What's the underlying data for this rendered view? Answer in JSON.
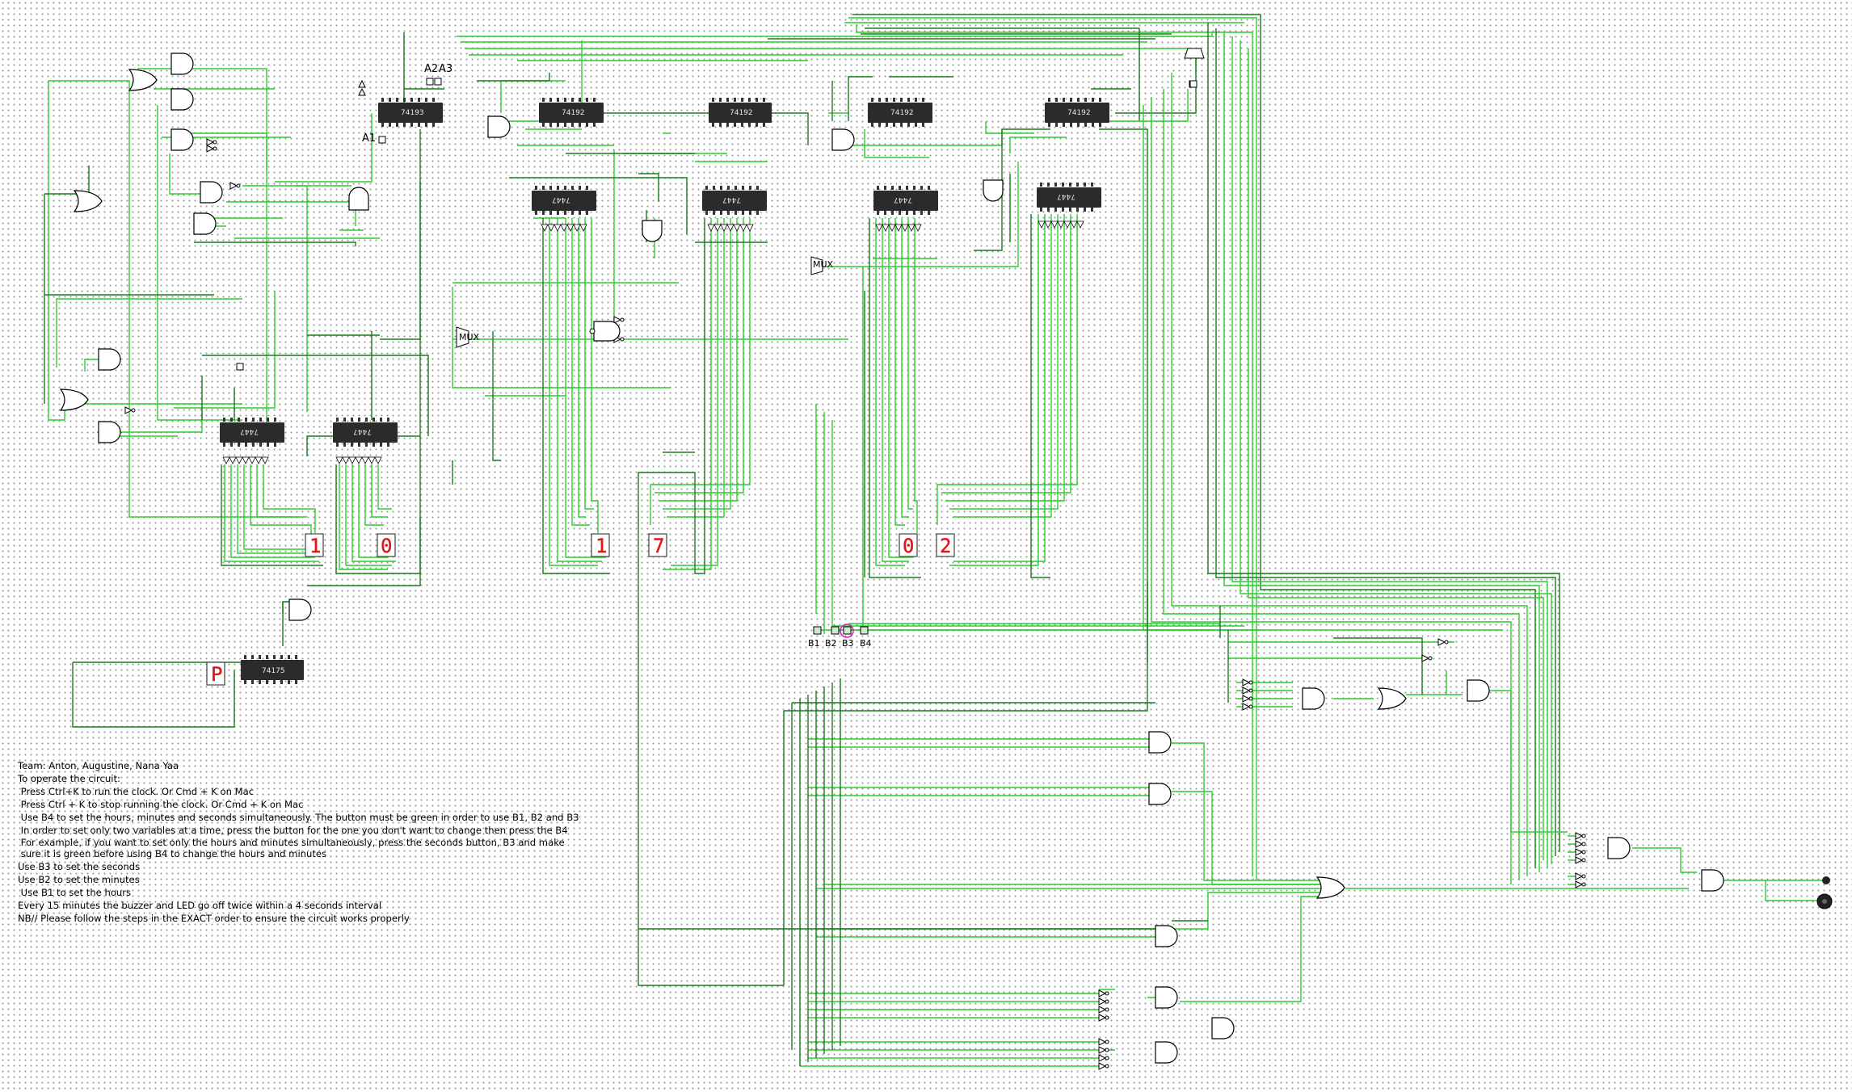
{
  "circuit": {
    "counters": [
      {
        "id": "u-a",
        "label": "74193"
      },
      {
        "id": "u-b",
        "label": "74192"
      },
      {
        "id": "u-c",
        "label": "74192"
      },
      {
        "id": "u-d",
        "label": "74192"
      },
      {
        "id": "u-e",
        "label": "74192"
      }
    ],
    "decoders": [
      {
        "id": "d1",
        "label": "7447"
      },
      {
        "id": "d2",
        "label": "7447"
      },
      {
        "id": "d3",
        "label": "7447"
      },
      {
        "id": "d4",
        "label": "7447"
      },
      {
        "id": "d5",
        "label": "7447"
      },
      {
        "id": "d6",
        "label": "7447"
      }
    ],
    "register": {
      "label": "74175"
    },
    "displays": [
      {
        "id": "hour-tens",
        "digit": "1"
      },
      {
        "id": "hour-ones",
        "digit": "0"
      },
      {
        "id": "min-tens",
        "digit": "1"
      },
      {
        "id": "min-ones",
        "digit": "7"
      },
      {
        "id": "sec-tens",
        "digit": "0"
      },
      {
        "id": "sec-ones",
        "digit": "2"
      },
      {
        "id": "ampm",
        "digit": "P"
      }
    ],
    "inputs": {
      "a1": "A1",
      "a2": "A2",
      "a3": "A3"
    },
    "buttons": [
      {
        "id": "b1",
        "label": "B1"
      },
      {
        "id": "b2",
        "label": "B2"
      },
      {
        "id": "b3",
        "label": "B3"
      },
      {
        "id": "b4",
        "label": "B4"
      }
    ],
    "colors": {
      "wire_bright": "#2ecc30",
      "wire_dark": "#1b7a1b",
      "display_red": "#e01818",
      "chip_body": "#2b2b2b"
    }
  },
  "notes": {
    "team": "Team: Anton, Augustine, Nana Yaa",
    "heading": "To operate the circuit:",
    "lines": [
      " Press Ctrl+K to run the clock. Or Cmd + K on Mac",
      " Press Ctrl + K to stop running the clock. Or Cmd + K on Mac",
      " Use B4 to set the hours, minutes and seconds simultaneously. The button must be green in order to use B1, B2 and B3",
      " In order to set only two variables at a time, press the button for the one you don't want to change then press the B4",
      " For example, if you want to set only the hours and minutes simultaneously, press the seconds button, B3 and make",
      " sure it is green before using B4 to change the hours and minutes",
      "Use B3 to set the seconds",
      "Use B2 to set the minutes",
      " Use B1 to set the hours",
      "Every 15 minutes the buzzer and LED go off twice within a 4 seconds interval",
      "NB// Please follow the steps in the EXACT order to ensure the circuit works properly"
    ]
  }
}
